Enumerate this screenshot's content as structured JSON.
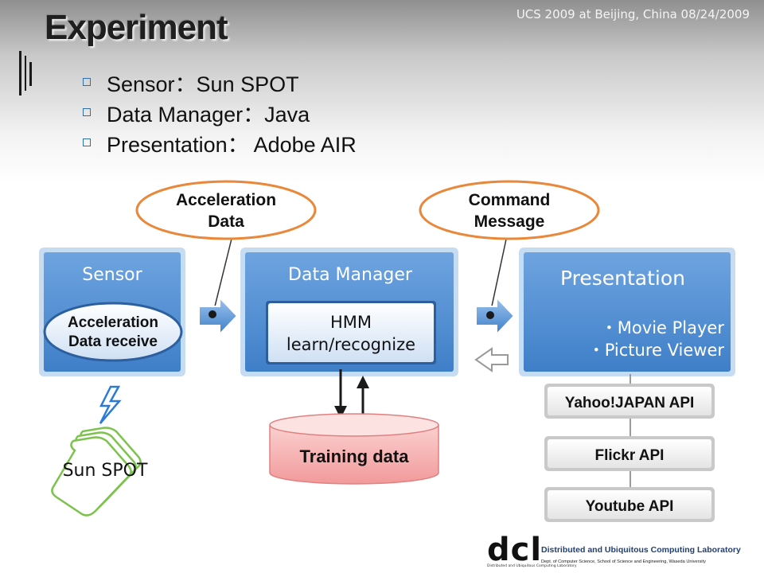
{
  "header": {
    "title": "Experiment",
    "conference": "UCS 2009 at Beijing, China 08/24/2009"
  },
  "bullets": [
    "Sensor：Sun SPOT",
    "Data Manager：Java",
    "Presentation： Adobe AIR"
  ],
  "diagram": {
    "bubble_left": [
      "Acceleration",
      "Data"
    ],
    "bubble_right": [
      "Command",
      "Message"
    ],
    "sensor": {
      "title": "Sensor",
      "inner": [
        "Acceleration",
        "Data receive"
      ]
    },
    "data_manager": {
      "title": "Data Manager",
      "inner": [
        "HMM",
        "learn/recognize"
      ]
    },
    "presentation": {
      "title": "Presentation",
      "items": [
        "・Movie Player",
        "・Picture Viewer"
      ]
    },
    "training": "Training data",
    "sun_spot": "Sun SPOT",
    "apis": [
      "Yahoo!JAPAN API",
      "Flickr API",
      "Youtube API"
    ]
  },
  "footer": {
    "logo": "dcl",
    "lab_name": "Distributed and Ubiquitous Computing Laboratory",
    "lab_sub": "Dept. of Computer Science, School of Science and Engineering, Waseda University",
    "logo_sub": "Distributed and Ubiquitous Computing Laboratory"
  },
  "colors": {
    "box_blue": "#4f8fd6",
    "box_border": "#c6dcf2",
    "bubble_orange": "#e9883a",
    "training_pink": "#f3a0a0"
  }
}
